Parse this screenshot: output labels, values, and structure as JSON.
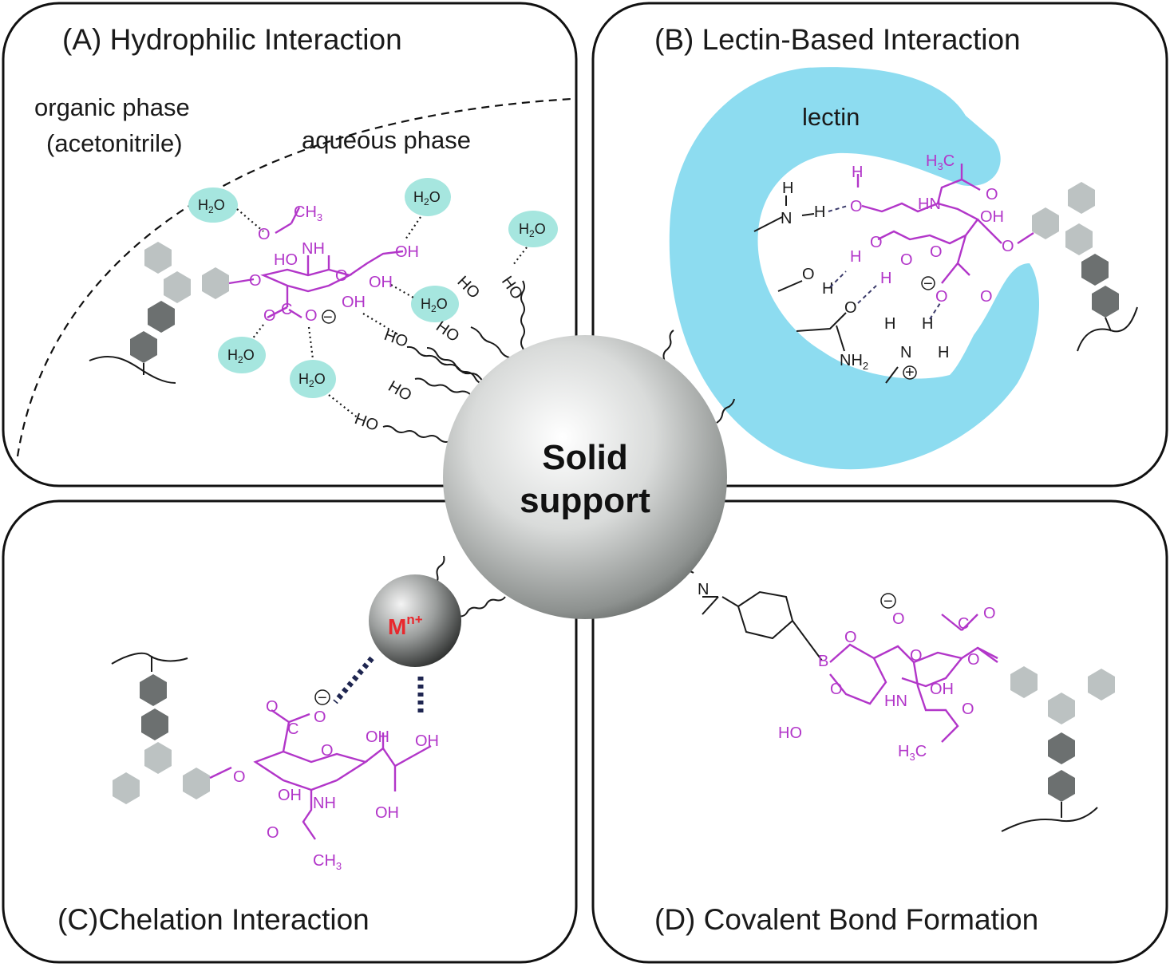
{
  "panels": {
    "a_title": "(A) Hydrophilic  Interaction",
    "b_title": "(B) Lectin-Based Interaction",
    "c_title": "(C)Chelation Interaction",
    "d_title": "(D) Covalent Bond Formation"
  },
  "phases": {
    "organic_line1": "organic phase",
    "organic_line2": "(acetonitrile)",
    "aqueous": "aqueous phase"
  },
  "center": {
    "line1": "Solid",
    "line2": "support"
  },
  "lectin_label": "lectin",
  "metal_label": "M",
  "metal_superscript": "n+",
  "water_label": "H",
  "water_sub": "2",
  "water_tail": "O",
  "hydroxyl_label": "HO",
  "groups": {
    "oh": "OH",
    "ho": "HO",
    "nh": "NH",
    "hn": "HN",
    "o": "O",
    "h": "H",
    "n": "N",
    "b": "B",
    "c": "C",
    "ch3": "CH",
    "h3c": "H",
    "three": "3",
    "nh2": "NH",
    "two": "2",
    "minus": "−",
    "plus": "+"
  },
  "colors": {
    "water": "#a6e6df",
    "lectin": "#8ddcf0",
    "sialic_acid": "#b236c9",
    "glycan_light": "#bcc2c2",
    "glycan_dark": "#6c7070",
    "metal_label": "#e8282d"
  }
}
